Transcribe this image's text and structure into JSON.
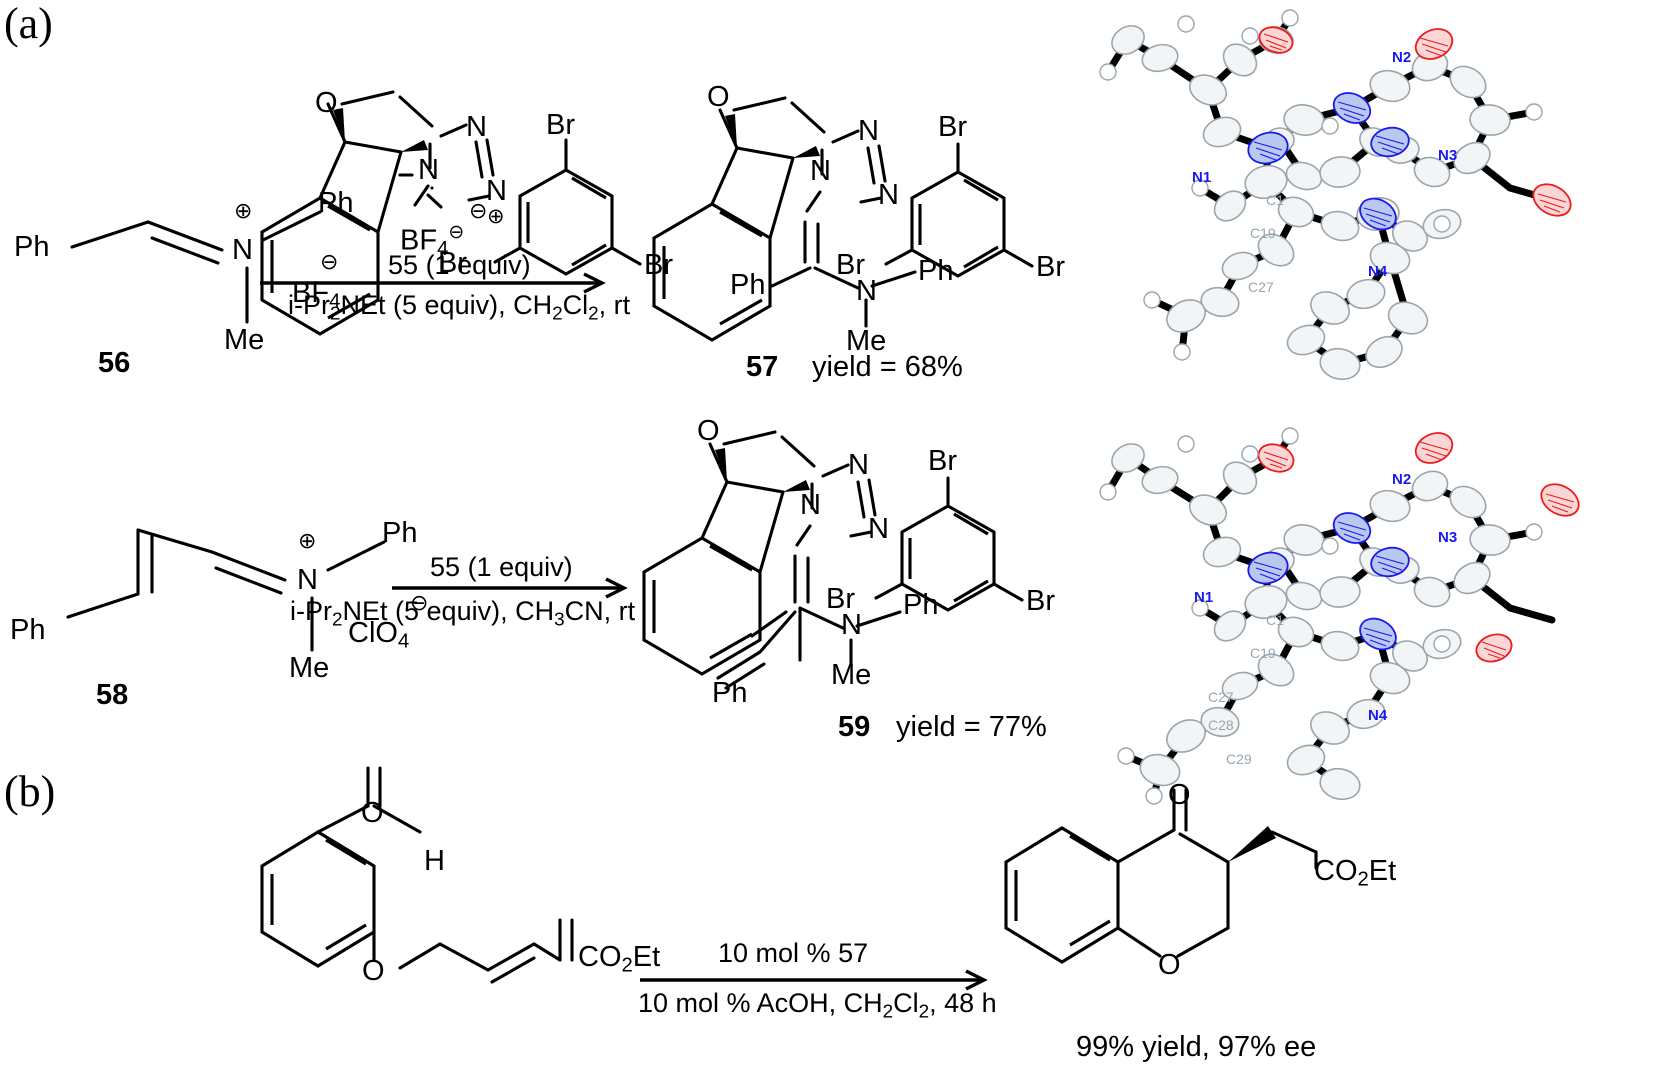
{
  "figure": {
    "panels": [
      {
        "id": "a",
        "label": "(a)"
      },
      {
        "id": "b",
        "label": "(b)"
      }
    ]
  },
  "scheme_a": {
    "reaction1": {
      "substrate": {
        "id": "56",
        "label_left": "Ph",
        "label_n": "N",
        "charge_plus": "⊕",
        "label_ph_top": "Ph",
        "label_me": "Me",
        "counterion": "BF",
        "counterion_sub": "4",
        "charge_minus": "⊖"
      },
      "reagent": {
        "number": "55",
        "equiv": "(1 equiv)",
        "counterion": "BF",
        "counterion_sub": "4",
        "counterion_charge": "⊖",
        "atoms": {
          "o": "O",
          "n_left": "N",
          "n_top": "N",
          "n_right": "N",
          "plus": "⊕"
        },
        "aryl_substituents": [
          "Br",
          "Br",
          "Br"
        ]
      },
      "conditions": {
        "line1_pre": "i",
        "line1_rest": "-Pr",
        "line1_sub1": "2",
        "line1_mid": "NEt (5 equiv), CH",
        "line1_sub2": "2",
        "line1_cl": "Cl",
        "line1_sub3": "2",
        "line1_end": ", rt"
      },
      "product": {
        "id": "57",
        "yield_text": "yield = 68%",
        "atoms": {
          "o": "O",
          "n1": "N",
          "n2": "N",
          "n3": "N",
          "n_amine": "N"
        },
        "labels": {
          "ph_left": "Ph",
          "ph_right": "Ph",
          "me": "Me"
        },
        "aryl_substituents": [
          "Br",
          "Br",
          "Br"
        ]
      }
    },
    "reaction2": {
      "substrate": {
        "id": "58",
        "label_left": "Ph",
        "label_n": "N",
        "charge_plus": "⊕",
        "label_ph_top": "Ph",
        "label_me": "Me",
        "counterion": "ClO",
        "counterion_sub": "4",
        "charge_minus": "⊖"
      },
      "conditions": {
        "line_top_number": "55",
        "line_top_equiv": "(1 equiv)",
        "line1_pre": "i",
        "line1_rest": "-Pr",
        "line1_sub1": "2",
        "line1_mid": "NEt (5 equiv), CH",
        "line1_sub2": "3",
        "line1_end": "CN, rt"
      },
      "product": {
        "id": "59",
        "yield_text": "yield = 77%",
        "atoms": {
          "o": "O",
          "n1": "N",
          "n2": "N",
          "n3": "N",
          "n_amine": "N"
        },
        "labels": {
          "ph_left": "Ph",
          "ph_right": "Ph",
          "me": "Me"
        },
        "aryl_substituents": [
          "Br",
          "Br",
          "Br"
        ]
      }
    },
    "crystal_structures": [
      {
        "name": "crystal-structure-57",
        "atom_labels": [
          {
            "text": "N1",
            "kind": "n"
          },
          {
            "text": "N2",
            "kind": "n"
          },
          {
            "text": "N3",
            "kind": "n"
          },
          {
            "text": "N4",
            "kind": "n"
          },
          {
            "text": "C1",
            "kind": "c"
          },
          {
            "text": "C19",
            "kind": "c"
          },
          {
            "text": "C27",
            "kind": "c"
          }
        ]
      },
      {
        "name": "crystal-structure-59",
        "atom_labels": [
          {
            "text": "N1",
            "kind": "n"
          },
          {
            "text": "N2",
            "kind": "n"
          },
          {
            "text": "N3",
            "kind": "n"
          },
          {
            "text": "N4",
            "kind": "n"
          },
          {
            "text": "C1",
            "kind": "c"
          },
          {
            "text": "C19",
            "kind": "c"
          },
          {
            "text": "C27",
            "kind": "c"
          },
          {
            "text": "C28",
            "kind": "c"
          },
          {
            "text": "C29",
            "kind": "c"
          }
        ]
      }
    ]
  },
  "scheme_b": {
    "substrate": {
      "o_label": "O",
      "h_label": "H",
      "ether_o": "O",
      "ester": "CO",
      "ester_sub": "2",
      "ester_et": "Et"
    },
    "conditions": {
      "above_pre": "10 mol % ",
      "above_catalyst": "57",
      "below": "10 mol % AcOH, CH",
      "below_sub": "2",
      "below_cl": "Cl",
      "below_sub2": "2",
      "below_end": ", 48 h"
    },
    "product": {
      "o_ketone": "O",
      "o_ring": "O",
      "ester": "CO",
      "ester_sub": "2",
      "ester_et": "Et"
    },
    "result": "99% yield, 97% ee"
  },
  "colors": {
    "highlight_blue": "#1414ff",
    "nitrogen_blue": "#1a1aee",
    "oxygen_red": "#ee1a1a",
    "carbon_gray": "#9aa6ad",
    "black": "#000000"
  }
}
